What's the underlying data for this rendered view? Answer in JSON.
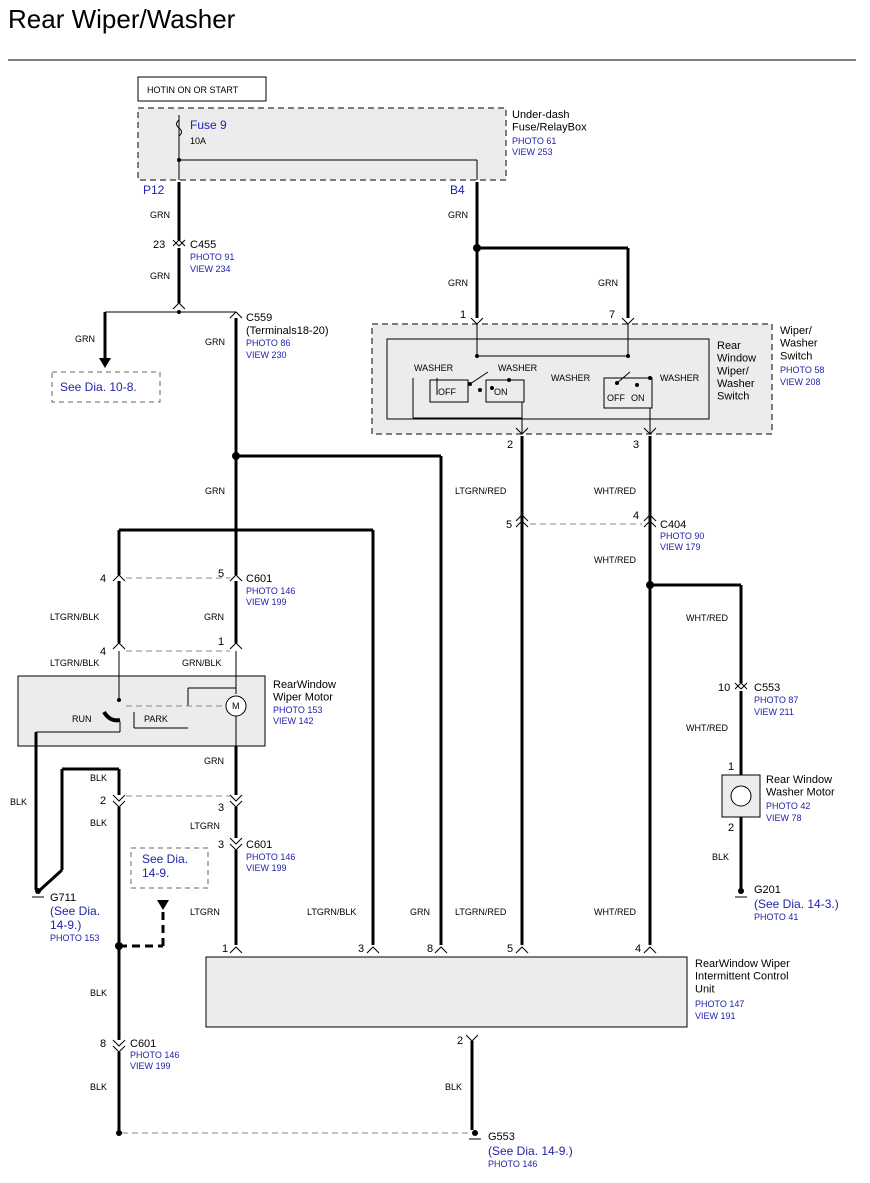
{
  "title": "Rear Wiper/Washer",
  "ignition": "HOTIN ON OR START",
  "fusebox": {
    "name": "Under-dash\nFuse/RelayBox",
    "photo": "PHOTO 61",
    "view": "VIEW 253",
    "fuse": "Fuse 9",
    "rating": "10A",
    "pin_left": "P12",
    "pin_right": "B4"
  },
  "c455": {
    "name": "C455",
    "photo": "PHOTO 91",
    "view": "VIEW 234",
    "pin": "23"
  },
  "c559": {
    "name": "C559",
    "sub": "(Terminals18-20)",
    "photo": "PHOTO 86",
    "view": "VIEW 230"
  },
  "see_10_8": "See Dia. 10-8.",
  "switch": {
    "name": "Wiper/\nWasher\nSwitch",
    "photo": "PHOTO 58",
    "view": "VIEW 208",
    "inner": "Rear\nWindow\nWiper/\nWasher\nSwitch",
    "washer": "WASHER",
    "off": "OFF",
    "on": "ON",
    "pins": [
      "1",
      "7",
      "2",
      "3"
    ]
  },
  "c404": {
    "name": "C404",
    "photo": "PHOTO 90",
    "view": "VIEW 179",
    "pin_left": "5",
    "pin_right": "4"
  },
  "c601_top": {
    "name": "C601",
    "photo": "PHOTO 146",
    "view": "VIEW 199",
    "pin_a": "4",
    "pin_b": "5",
    "pin_c": "4",
    "pin_d": "1"
  },
  "wiper_motor": {
    "name": "RearWindow\nWiper Motor",
    "photo": "PHOTO 153",
    "view": "VIEW 142",
    "run": "RUN",
    "park": "PARK",
    "m": "M"
  },
  "c601_mid": {
    "name": "C601",
    "photo": "PHOTO 146",
    "view": "VIEW 199",
    "pin_a": "2",
    "pin_b": "3",
    "pin_c": "3"
  },
  "see_14_9": "See Dia.\n14-9.",
  "g711": {
    "name": "G711",
    "see": "(See Dia.\n14-9.)",
    "photo": "PHOTO 153"
  },
  "c553": {
    "name": "C553",
    "photo": "PHOTO 87",
    "view": "VIEW 211",
    "pin": "10"
  },
  "washer_motor": {
    "name": "Rear Window\nWasher Motor",
    "photo": "PHOTO 42",
    "view": "VIEW 78",
    "pin_top": "1",
    "pin_bot": "2"
  },
  "g201": {
    "name": "G201",
    "see": "(See Dia. 14-3.)",
    "photo": "PHOTO 41"
  },
  "control_unit": {
    "name": "RearWindow Wiper\nIntermittent Control\nUnit",
    "photo": "PHOTO 147",
    "view": "VIEW 191",
    "pins": [
      "1",
      "3",
      "8",
      "5",
      "4",
      "2"
    ]
  },
  "c601_bot": {
    "name": "C601",
    "photo": "PHOTO 146",
    "view": "VIEW 199",
    "pin": "8"
  },
  "g553": {
    "name": "G553",
    "see": "(See Dia. 14-9.)",
    "photo": "PHOTO 146"
  },
  "wires": {
    "grn": "GRN",
    "ltgrn_red": "LTGRN/RED",
    "wht_red": "WHT/RED",
    "ltgrn_blk": "LTGRN/BLK",
    "grn_blk": "GRN/BLK",
    "blk": "BLK",
    "ltgrn": "LTGRN"
  },
  "colors": {
    "wire": "#000000",
    "box_fill": "#ececec",
    "ref_text": "#2222aa"
  }
}
